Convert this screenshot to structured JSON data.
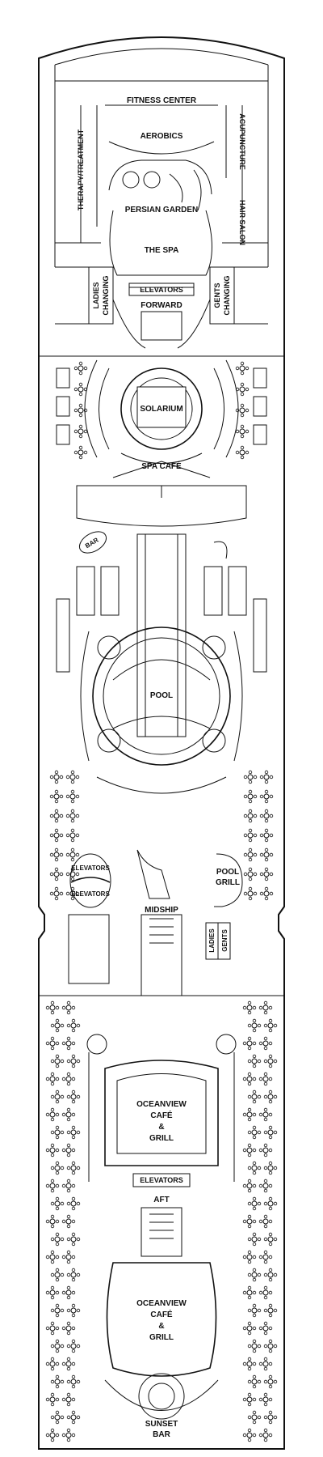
{
  "labels": {
    "fitness_center": "FITNESS CENTER",
    "aerobics": "AEROBICS",
    "acupuncture": "ACUPUNCTURE",
    "therapy_treatment": "THERAPY/TREATMENT",
    "persian_garden": "PERSIAN GARDEN",
    "hair_salon": "HAIR SALON",
    "the_spa": "THE SPA",
    "elevators_forward": "ELEVATORS",
    "forward": "FORWARD",
    "ladies_changing_1": "LADIES",
    "ladies_changing_2": "CHANGING",
    "gents_changing_1": "GENTS",
    "gents_changing_2": "CHANGING",
    "solarium": "SOLARIUM",
    "spa_cafe": "SPA CAFÉ",
    "bar": "BAR",
    "pool": "POOL",
    "elevators_mid_1": "ELEVATORS",
    "elevators_mid_2": "ELEVATORS",
    "pool_grill_1": "POOL",
    "pool_grill_2": "GRILL",
    "midship": "MIDSHIP",
    "ladies": "LADIES",
    "gents": "GENTS",
    "oceanview_1_l1": "OCEANVIEW",
    "oceanview_1_l2": "CAFÉ",
    "oceanview_1_l3": "&",
    "oceanview_1_l4": "GRILL",
    "elevators_aft": "ELEVATORS",
    "aft": "AFT",
    "oceanview_2_l1": "OCEANVIEW",
    "oceanview_2_l2": "CAFÉ",
    "oceanview_2_l3": "&",
    "oceanview_2_l4": "GRILL",
    "sunset_1": "SUNSET",
    "sunset_2": "BAR"
  }
}
